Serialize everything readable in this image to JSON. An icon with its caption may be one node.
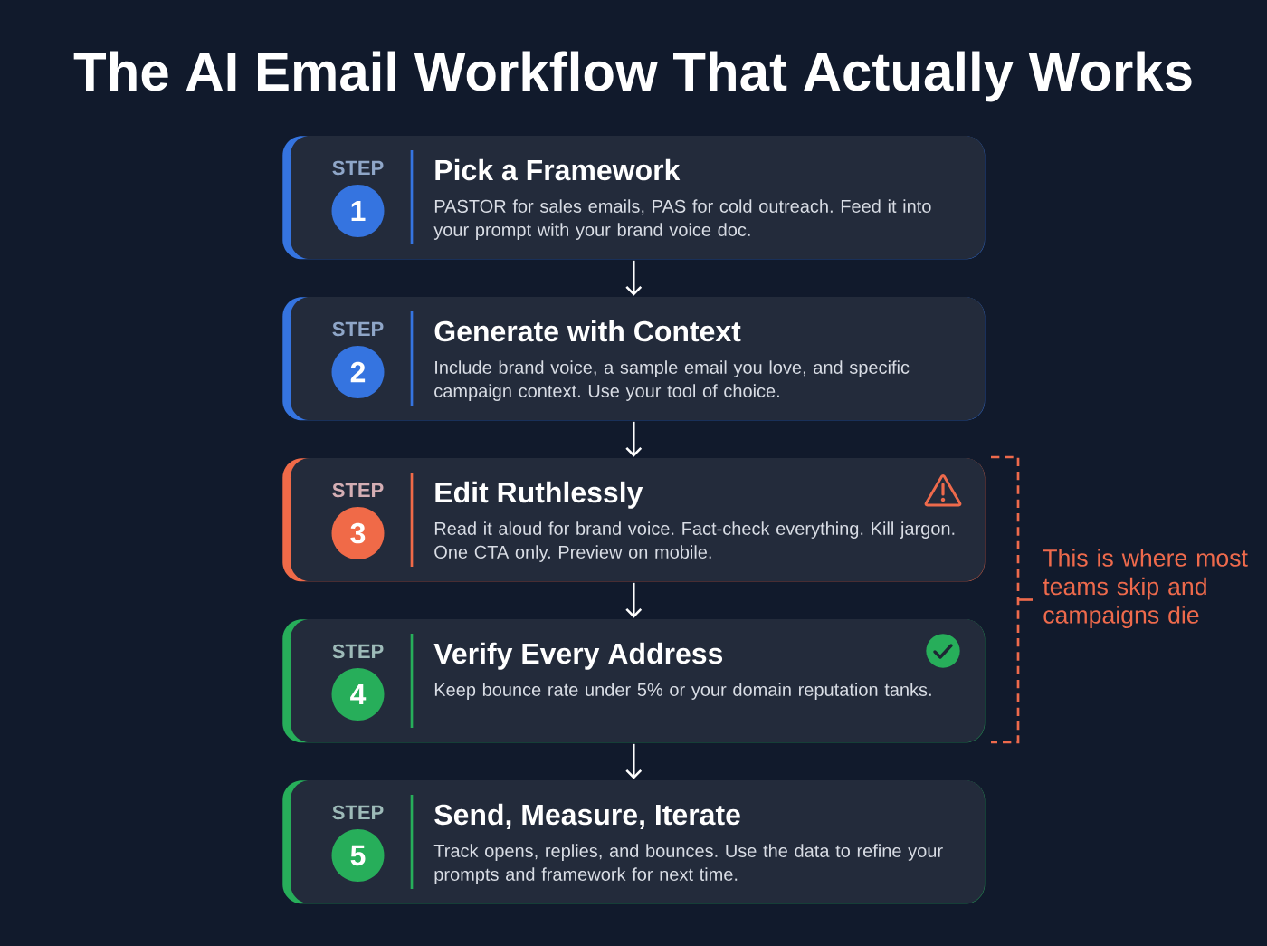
{
  "diagram": {
    "title": "The AI Email Workflow That Actually Works",
    "nodes": [
      {
        "text": [
          "STEP",
          "Pick a Framework",
          "PASTOR for sales emails, PAS for cold outreach. Feed it into your prompt with your brand voice doc."
        ]
      },
      {
        "text": [
          "1"
        ],
        "in": 0
      },
      {
        "text": [
          "STEP",
          "Generate with Context",
          "Include brand voice, a sample email you love, and specific campaign context. Use your tool of choice."
        ]
      },
      {
        "text": [
          "2"
        ],
        "in": 2
      },
      {
        "text": [
          "STEP",
          "Edit Ruthlessly",
          "Read it aloud for brand voice. Fact-check everything. Kill jargon. One CTA only. Preview on mobile."
        ]
      },
      {
        "text": [
          "3"
        ],
        "in": 4
      },
      {
        "text": [
          "STEP",
          "Verify Every Address",
          "Keep bounce rate under 5% or your domain reputation tanks."
        ]
      },
      {
        "text": [
          "4"
        ],
        "in": 6
      },
      {
        "text": [
          "STEP",
          "Send, Measure, Iterate",
          "Track opens, replies, and bounces. Use the data to refine your prompts and framework for next time."
        ]
      },
      {
        "text": [
          "5"
        ],
        "in": 8
      }
    ],
    "edges": [
      {
        "from": 0,
        "to": 2,
        "arrow": "to"
      },
      {
        "from": 2,
        "to": 4,
        "arrow": "to"
      },
      {
        "from": 4,
        "to": 6,
        "arrow": "to"
      },
      {
        "from": 6,
        "to": 8,
        "arrow": "to"
      }
    ],
    "labels": [
      "This is where most teams skip and campaigns die"
    ]
  }
}
